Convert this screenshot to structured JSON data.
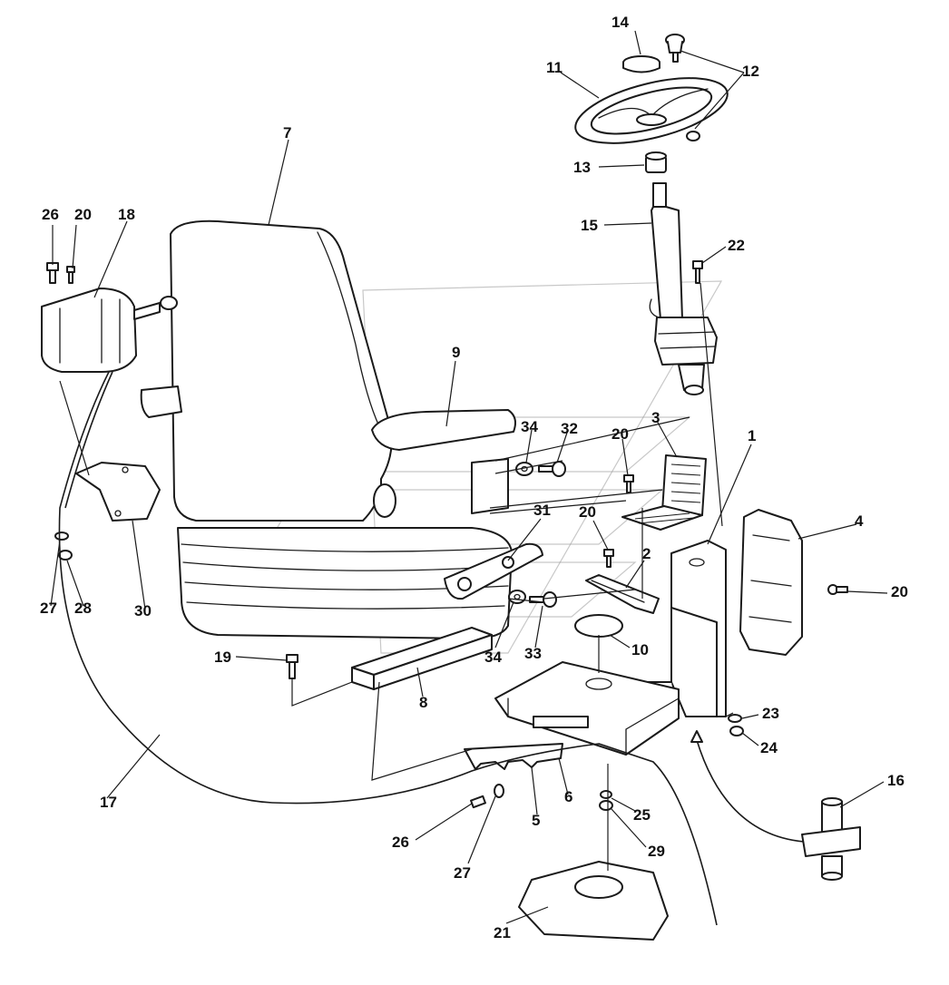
{
  "diagram": {
    "callouts": {
      "c1": "1",
      "c2": "2",
      "c3": "3",
      "c4": "4",
      "c5": "5",
      "c6": "6",
      "c7": "7",
      "c8": "8",
      "c9": "9",
      "c10": "10",
      "c11": "11",
      "c12": "12",
      "c13": "13",
      "c14": "14",
      "c15": "15",
      "c16": "16",
      "c17": "17",
      "c18": "18",
      "c19": "19",
      "c20a": "20",
      "c20b": "20",
      "c20c": "20",
      "c20d": "20",
      "c21": "21",
      "c22": "22",
      "c23": "23",
      "c24": "24",
      "c25": "25",
      "c26a": "26",
      "c26b": "26",
      "c27a": "27",
      "c27b": "27",
      "c28": "28",
      "c29": "29",
      "c30": "30",
      "c31": "31",
      "c32": "32",
      "c33": "33",
      "c34a": "34",
      "c34b": "34"
    }
  }
}
